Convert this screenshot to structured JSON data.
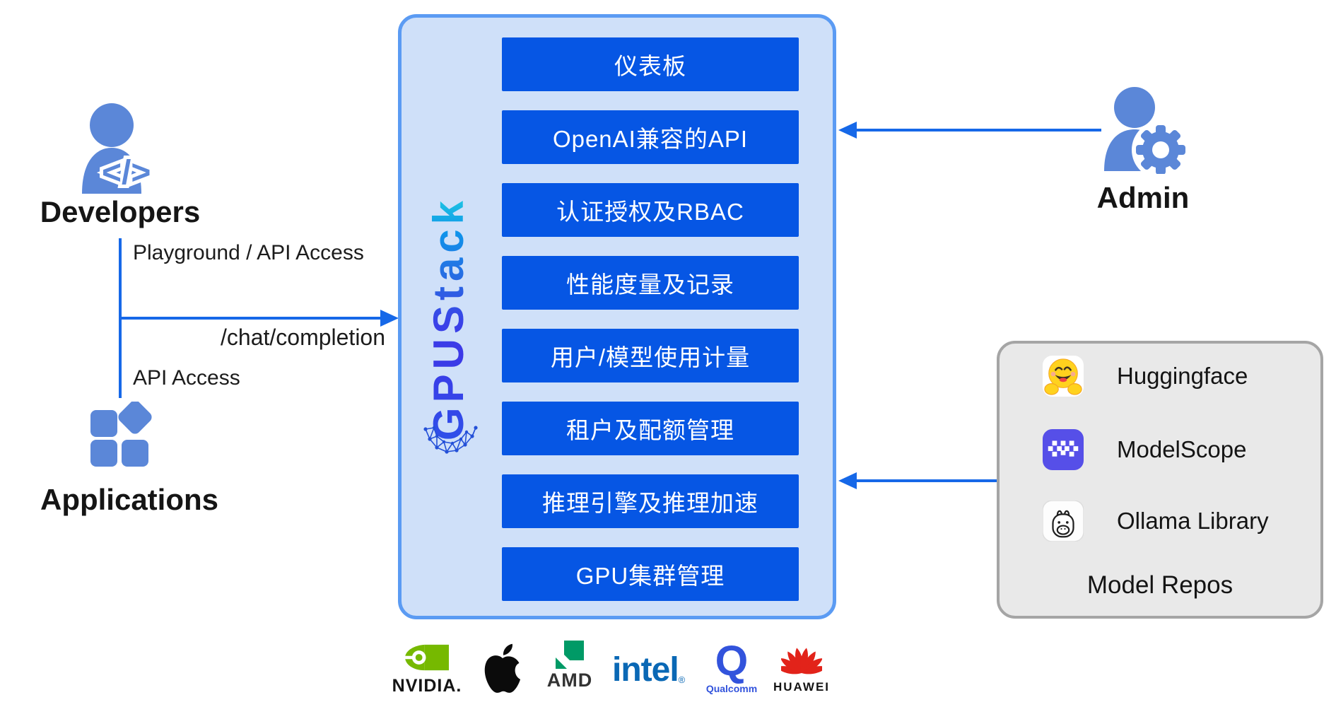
{
  "actors": {
    "developers": {
      "label": "Developers",
      "icon": "developer-person-code-icon"
    },
    "applications": {
      "label": "Applications",
      "icon": "app-blocks-icon"
    },
    "admin": {
      "label": "Admin",
      "icon": "admin-person-gear-icon"
    }
  },
  "edges": {
    "playground": "Playground / API Access",
    "chat_completion": "/chat/completion",
    "api_access": "API Access"
  },
  "gpustack": {
    "brand": "GPUStack",
    "features": [
      "仪表板",
      "OpenAI兼容的API",
      "认证授权及RBAC",
      "性能度量及记录",
      "用户/模型使用计量",
      "租户及配额管理",
      "推理引擎及推理加速",
      "GPU集群管理"
    ]
  },
  "model_repos": {
    "title": "Model Repos",
    "items": [
      {
        "label": "Huggingface",
        "icon": "huggingface-icon"
      },
      {
        "label": "ModelScope",
        "icon": "modelscope-icon"
      },
      {
        "label": "Ollama Library",
        "icon": "ollama-icon"
      }
    ]
  },
  "vendors": {
    "nvidia": {
      "wordmark": "NVIDIA."
    },
    "amd": {
      "wordmark": "AMD"
    },
    "intel": {
      "wordmark": "intel",
      "reg": "®"
    },
    "qualcomm": {
      "monogram": "Q",
      "wordmark": "Qualcomm"
    },
    "huawei": {
      "wordmark": "HUAWEI"
    }
  },
  "colors": {
    "feature_button_blue": "#0656e4",
    "box_fill": "#cfe0f9",
    "box_border": "#5b9bf3",
    "arrow_blue": "#1668e8",
    "actor_icon_blue": "#5b87d8",
    "brand_gradient_start": "#2a58ea",
    "brand_gradient_end": "#3ae8c8",
    "repos_fill": "#e9e9e9",
    "repos_border": "#a5a5a5",
    "modelscope_purple": "#564fe8",
    "huggingface_yellow": "#ffd21e",
    "nvidia_green": "#76b900",
    "amd_green": "#009a66",
    "intel_blue": "#0a68b5",
    "qualcomm_blue": "#3253dc",
    "huawei_red": "#e2231a"
  }
}
